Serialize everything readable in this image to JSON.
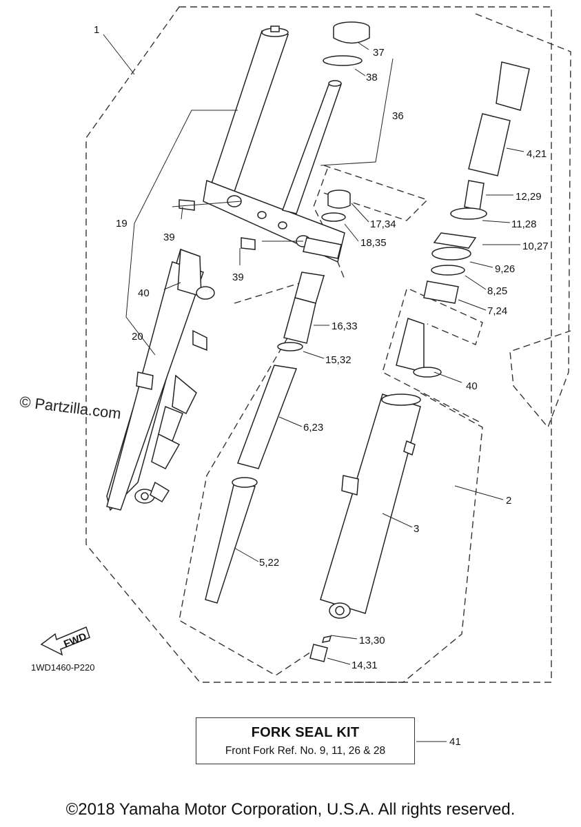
{
  "diagram": {
    "callouts": [
      {
        "id": "1",
        "text": "1"
      },
      {
        "id": "37",
        "text": "37"
      },
      {
        "id": "38",
        "text": "38"
      },
      {
        "id": "36",
        "text": "36"
      },
      {
        "id": "4_21",
        "text": "4,21"
      },
      {
        "id": "12_29",
        "text": "12,29"
      },
      {
        "id": "11_28",
        "text": "11,28"
      },
      {
        "id": "10_27",
        "text": "10,27"
      },
      {
        "id": "9_26",
        "text": "9,26"
      },
      {
        "id": "8_25",
        "text": "8,25"
      },
      {
        "id": "7_24",
        "text": "7,24"
      },
      {
        "id": "40a",
        "text": "40"
      },
      {
        "id": "40b",
        "text": "40"
      },
      {
        "id": "17_34",
        "text": "17,34"
      },
      {
        "id": "18_35",
        "text": "18,35"
      },
      {
        "id": "19",
        "text": "19"
      },
      {
        "id": "39a",
        "text": "39"
      },
      {
        "id": "39b",
        "text": "39"
      },
      {
        "id": "16_33",
        "text": "16,33"
      },
      {
        "id": "15_32",
        "text": "15,32"
      },
      {
        "id": "20",
        "text": "20"
      },
      {
        "id": "6_23",
        "text": "6,23"
      },
      {
        "id": "2",
        "text": "2"
      },
      {
        "id": "3",
        "text": "3"
      },
      {
        "id": "5_22",
        "text": "5,22"
      },
      {
        "id": "13_30",
        "text": "13,30"
      },
      {
        "id": "14_31",
        "text": "14,31"
      }
    ],
    "fwd_label": "FWD",
    "diagram_code": "1WD1460-P220",
    "watermark": "© Partzilla.com"
  },
  "kit": {
    "title": "FORK SEAL KIT",
    "subtitle": "Front Fork Ref. No. 9, 11, 26 & 28",
    "ref": "41"
  },
  "footer": {
    "copyright": "©2018 Yamaha Motor Corporation, U.S.A. All rights reserved."
  }
}
